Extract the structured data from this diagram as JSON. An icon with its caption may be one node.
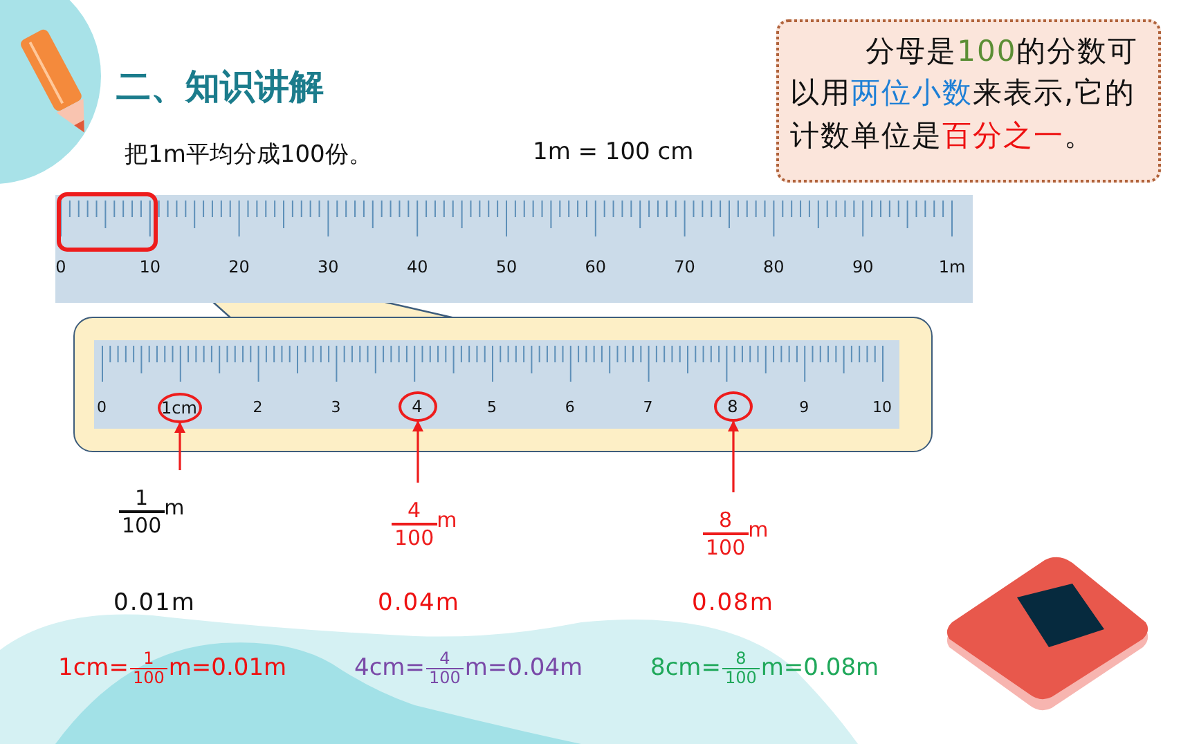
{
  "diagram": {
    "title": "二、知识讲解",
    "nodes": [
      {
        "text": [
          "分母是",
          "100",
          "的分数可以用",
          "两位小数",
          "来表示,它的计数单位是",
          "百分之一",
          "。"
        ]
      },
      {
        "text": [],
        "shape": "box"
      },
      {
        "text": [
          "1cm"
        ],
        "in": 1
      },
      {
        "text": [
          "4"
        ],
        "in": 1
      },
      {
        "text": [
          "8"
        ],
        "in": 1
      },
      {
        "text": [
          "1",
          "100",
          "m"
        ]
      },
      {
        "text": [
          "4",
          "100",
          "m"
        ]
      },
      {
        "text": [
          "8",
          "100",
          "m"
        ]
      }
    ],
    "edges": [
      {
        "from": 5,
        "to": 2,
        "arrow": "to"
      },
      {
        "from": 6,
        "to": 3,
        "arrow": "to"
      },
      {
        "from": 7,
        "to": 4,
        "arrow": "to"
      }
    ],
    "labels": [
      "把1m平均分成100份。",
      "1m = 100 cm",
      "0",
      "10",
      "20",
      "30",
      "40",
      "50",
      "60",
      "70",
      "80",
      "90",
      "1m",
      "0",
      "2",
      "3",
      "5",
      "6",
      "7",
      "9",
      "10",
      "0.01m",
      "0.04m",
      "0.08m",
      "1cm=",
      "1",
      "100",
      "m=0.01m",
      "4cm=",
      "4",
      "100",
      "m=0.04m",
      "8cm=",
      "8",
      "100",
      "m=0.08m"
    ]
  }
}
